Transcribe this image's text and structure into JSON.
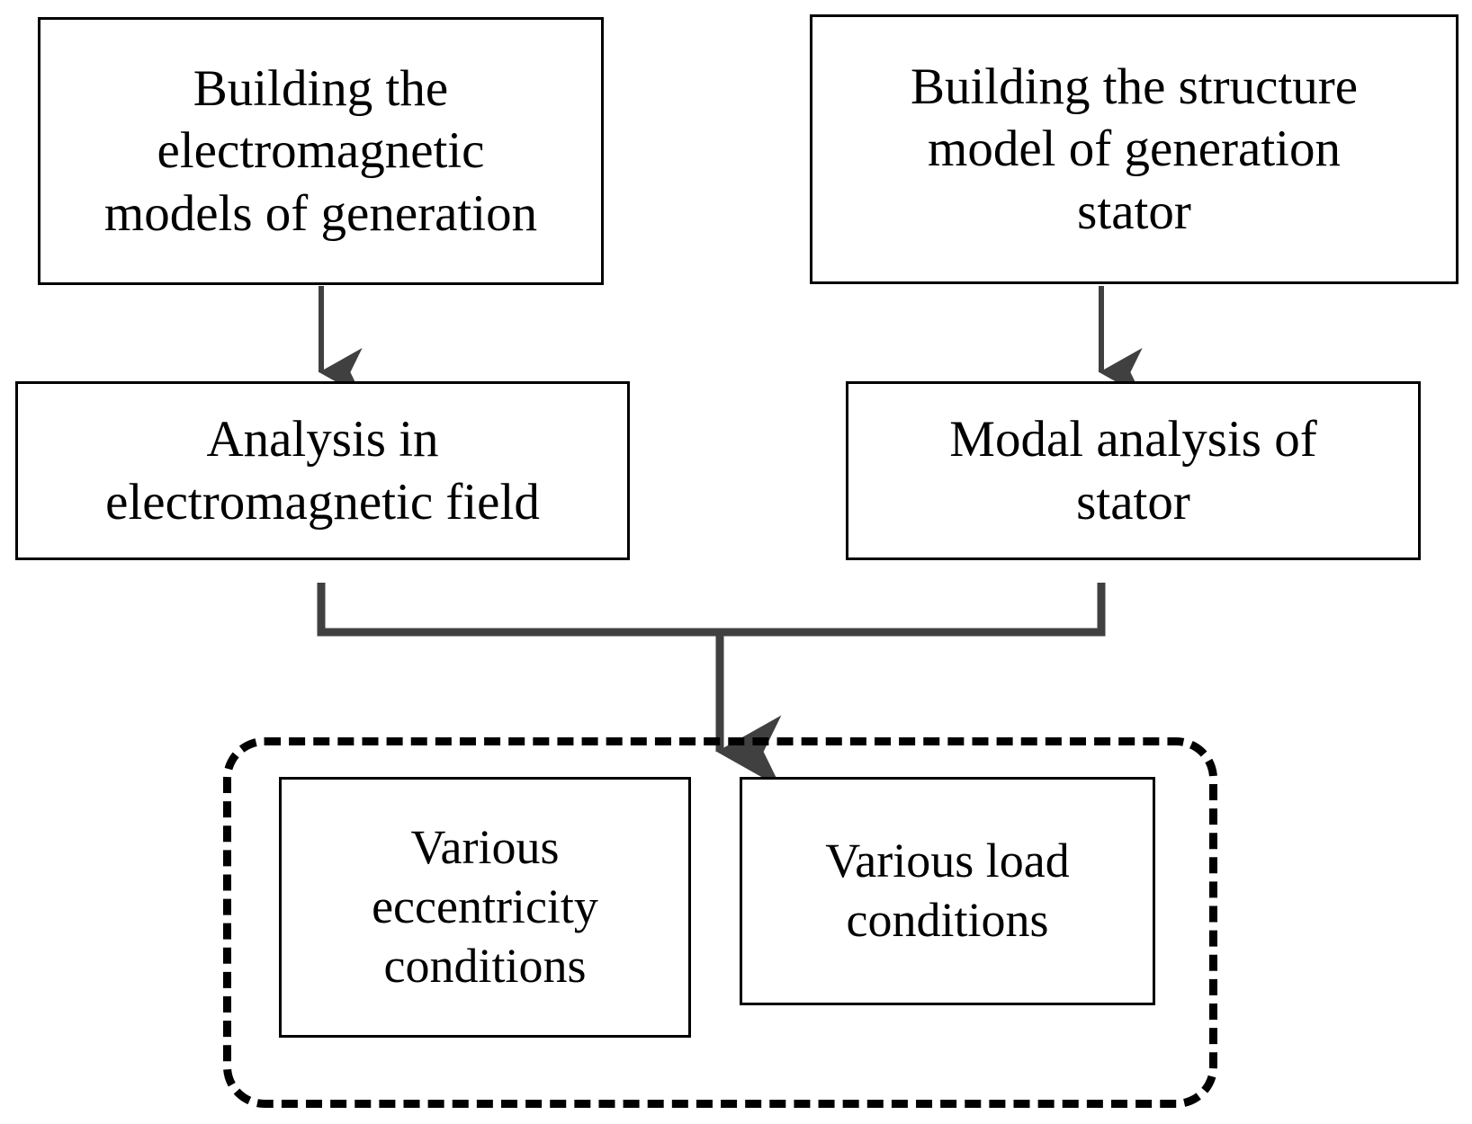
{
  "diagram": {
    "title": "Generator electromagnetic and structural analysis workflow",
    "background_color": "#ffffff",
    "box_border_color": "#000000",
    "connector_color": "#404040",
    "dashed_group_border_color": "#000000",
    "nodes": [
      {
        "id": "em-model",
        "label": "Building the\nelectromagnetic\nmodels of generation",
        "shape": "rectangle",
        "row": 1,
        "column": "left"
      },
      {
        "id": "struct-model",
        "label": "Building the structure\nmodel of generation\nstator",
        "shape": "rectangle",
        "row": 1,
        "column": "right"
      },
      {
        "id": "em-analysis",
        "label": "Analysis in\nelectromagnetic field",
        "shape": "rectangle",
        "row": 2,
        "column": "left"
      },
      {
        "id": "modal-analysis",
        "label": "Modal analysis of\nstator",
        "shape": "rectangle",
        "row": 2,
        "column": "right"
      },
      {
        "id": "eccentricity",
        "label": "Various\neccentricity\nconditions",
        "shape": "rectangle",
        "row": 3,
        "column": "left"
      },
      {
        "id": "load",
        "label": "Various load\nconditions",
        "shape": "rectangle",
        "row": 3,
        "column": "right"
      }
    ],
    "group": {
      "id": "conditions-group",
      "style": "dashed-rounded-rectangle",
      "contains": [
        "eccentricity",
        "load"
      ]
    },
    "edges": [
      {
        "from": "em-model",
        "to": "em-analysis",
        "style": "straight-arrow-down"
      },
      {
        "from": "struct-model",
        "to": "modal-analysis",
        "style": "straight-arrow-down"
      },
      {
        "from": "em-analysis",
        "to": "conditions-group",
        "style": "merge-arrow-down"
      },
      {
        "from": "modal-analysis",
        "to": "conditions-group",
        "style": "merge-arrow-down"
      }
    ]
  }
}
